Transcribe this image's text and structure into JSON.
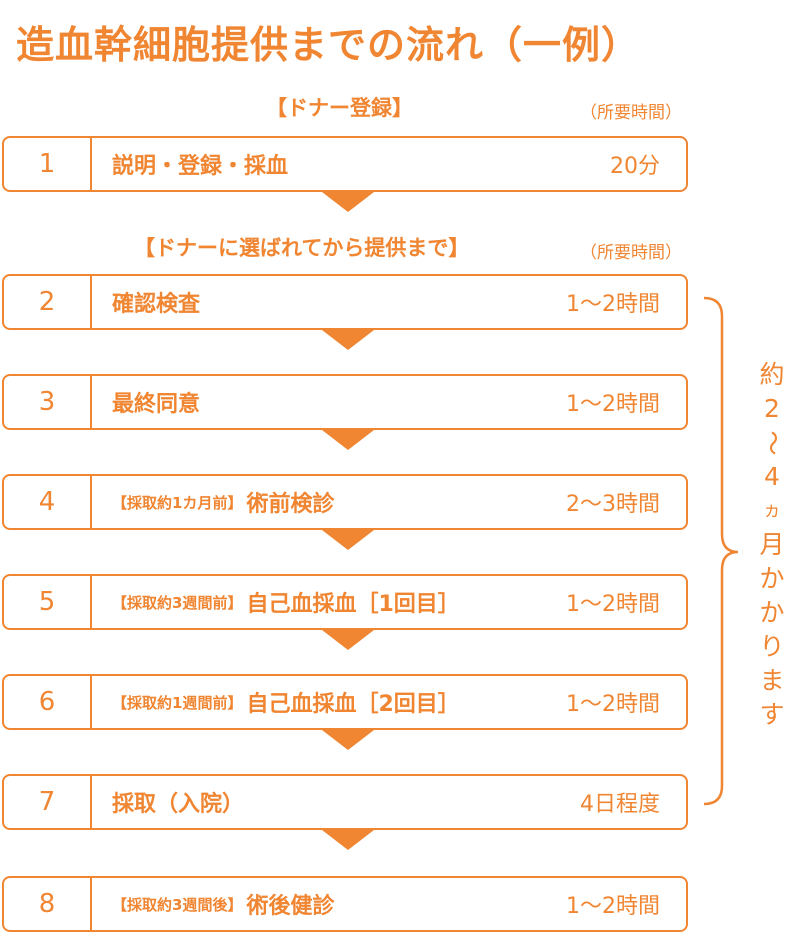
{
  "title": "造血幹細胞提供までの流れ（一例）",
  "section1": {
    "label": "【ドナー登録】",
    "time_header": "（所要時間）"
  },
  "section2": {
    "label": "【ドナーに選ばれてから提供まで】",
    "time_header": "（所要時間）"
  },
  "steps": [
    {
      "num": "1",
      "prefix": "",
      "label": "説明・登録・採血",
      "duration": "20分"
    },
    {
      "num": "2",
      "prefix": "",
      "label": "確認検査",
      "duration": "1～2時間"
    },
    {
      "num": "3",
      "prefix": "",
      "label": "最終同意",
      "duration": "1～2時間"
    },
    {
      "num": "4",
      "prefix": "【採取約1カ月前】",
      "label": "術前検診",
      "duration": "2～3時間"
    },
    {
      "num": "5",
      "prefix": "【採取約3週間前】",
      "label": "自己血採血［1回目］",
      "duration": "1～2時間"
    },
    {
      "num": "6",
      "prefix": "【採取約1週間前】",
      "label": "自己血採血［2回目］",
      "duration": "1～2時間"
    },
    {
      "num": "7",
      "prefix": "",
      "label": "採取（入院）",
      "duration": "4日程度"
    },
    {
      "num": "8",
      "prefix": "【採取約3週間後】",
      "label": "術後健診",
      "duration": "1～2時間"
    }
  ],
  "side_note": [
    "約",
    "2",
    "～",
    "4",
    "ヵ",
    "月",
    "か",
    "か",
    "り",
    "ま",
    "す"
  ],
  "colors": {
    "accent": "#f08532"
  }
}
